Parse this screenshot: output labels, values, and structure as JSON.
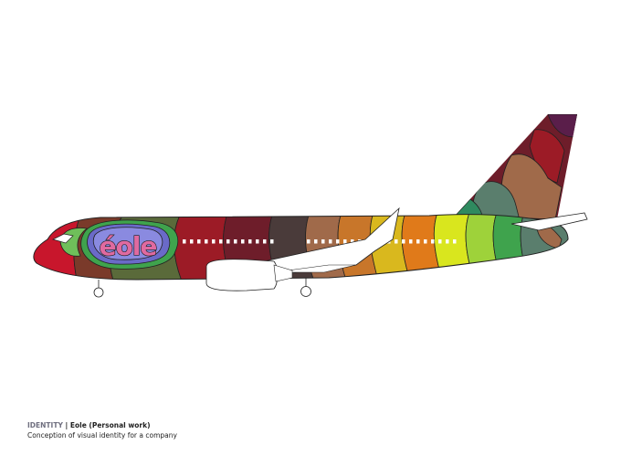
{
  "artwork": {
    "logo_text": "éole",
    "palette": [
      "#c8162c",
      "#8b2a2e",
      "#a06a4a",
      "#6e1d2a",
      "#9c1b26",
      "#4a3b3a",
      "#d9b81e",
      "#e07a1a",
      "#d9e61e",
      "#9ed23a",
      "#3fa34d",
      "#2f8a5f",
      "#5a7e6d",
      "#7a1e58",
      "#b05050",
      "#6a6ac8",
      "#8a8ae0",
      "#6fbf5a",
      "#e06aa0"
    ]
  },
  "caption": {
    "category": "IDENTITY",
    "separator": "|",
    "title": "Eole (Personal work)",
    "subtitle": "Conception of visual identity for a company"
  }
}
